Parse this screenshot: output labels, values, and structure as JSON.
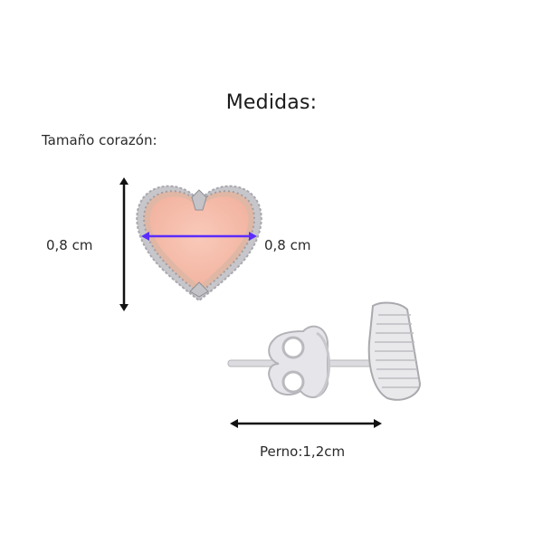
{
  "title": "Medidas:",
  "heart_section": {
    "label": "Tamaño corazón:",
    "height_label": "0,8 cm",
    "width_label": "0,8 cm",
    "colors": {
      "heart_fill": "#f6c1b0",
      "bezel": "#c9c9cc",
      "height_arrow": "#111111",
      "width_arrow": "#5b2bff"
    }
  },
  "pin_section": {
    "length_label": "Perno:1,2cm",
    "colors": {
      "metal": "#d8d8dc",
      "arrow": "#111111"
    }
  }
}
